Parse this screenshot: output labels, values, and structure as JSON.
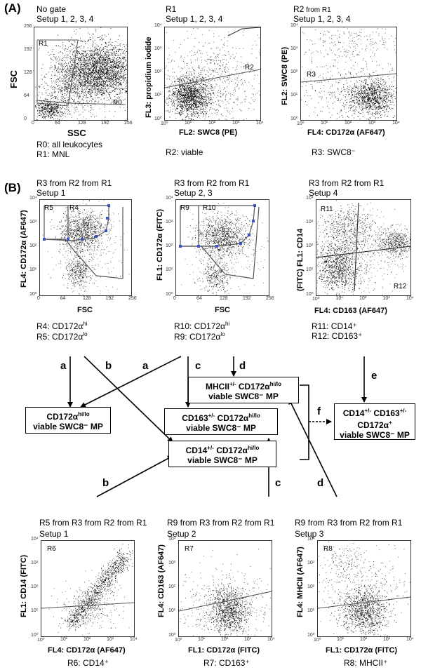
{
  "section_a": "(A)",
  "section_b": "(B)",
  "panel_a1": {
    "gate": "No gate",
    "setup": "Setup 1, 2, 3, 4",
    "ylabel": "FSC",
    "xlabel": "SSC",
    "region1": "R1",
    "region0": "R0",
    "cap1": "R0: all leukocytes",
    "cap2": "R1: MNL",
    "ticks": [
      "0",
      "64",
      "128",
      "192",
      "256"
    ]
  },
  "panel_a2": {
    "gate": "R1",
    "setup": "Setup 1, 2, 3, 4",
    "ylabel": "FL3: propidium iodide",
    "xlabel": "FL2: SWC8 (PE)",
    "region": "R2",
    "cap": "R2: viable"
  },
  "panel_a3": {
    "gate_main": "R2",
    "gate_from": " from R1",
    "setup": "Setup 1, 2, 3, 4",
    "ylabel": "FL2: SWC8 (PE)",
    "xlabel": "FL4: CD172α (AF647)",
    "region": "R3",
    "cap": "R3: SWC8⁻"
  },
  "panel_b1": {
    "gate": "R3 from R2 from R1",
    "setup": "Setup 1",
    "ylabel": "FL4: CD172α (AF647)",
    "xlabel": "FSC",
    "r5": "R5",
    "r4": "R4",
    "cap1": "R4: CD172αhi",
    "cap2": "R5: CD172αlo"
  },
  "panel_b2": {
    "gate": "R3 from R2 from R1",
    "setup": "Setup 2, 3",
    "ylabel": "FL1: CD172α (FITC)",
    "xlabel": "FSC",
    "r9": "R9",
    "r10": "R10",
    "cap1": "R10: CD172αhi",
    "cap2": "R9: CD172αlo"
  },
  "panel_b3": {
    "gate": "R3 from R2 from R1",
    "setup": "Setup 4",
    "ylabel": "(FITC) FL1: CD14",
    "xlabel": "FL4: CD163 (AF647)",
    "r11": "R11",
    "r12": "R12",
    "cap1": "R11: CD14⁺",
    "cap2": "R12: CD163⁺"
  },
  "panel_c1": {
    "gate": "R5 from R3 from R2 from R1",
    "setup": "Setup 1",
    "ylabel": "FL1: CD14 (FITC)",
    "xlabel": "FL4: CD172α (AF647)",
    "region": "R6",
    "cap": "R6: CD14⁺"
  },
  "panel_c2": {
    "gate": "R9 from R3 from R2 from R1",
    "setup": "Setup 2",
    "ylabel": "FL4: CD163 (AF647)",
    "xlabel": "FL1: CD172α (FITC)",
    "region": "R7",
    "cap": "R7: CD163⁺"
  },
  "panel_c3": {
    "gate": "R9 from R3 from R2 from R1",
    "setup": "Setup 3",
    "ylabel": "FL4: MHCII (AF647)",
    "xlabel": "FL1: CD172α (FITC)",
    "region": "R8",
    "cap": "R8: MHCII⁺"
  },
  "log_ticks": [
    "10⁰",
    "10¹",
    "10²",
    "10³",
    "10⁴"
  ],
  "boxes": {
    "box1": [
      "CD172αhi/lo",
      "viable SWC8⁻ MP"
    ],
    "box2": [
      "MHCII+/- CD172αhi/lo",
      "viable SWC8⁻ MP"
    ],
    "box3": [
      "CD163+/- CD172αhi/lo",
      "viable SWC8⁻ MP"
    ],
    "box4": [
      "CD14+/- CD172αhi/lo",
      "viable SWC8⁻ MP"
    ],
    "box5": [
      "CD14+/- CD163+/-",
      "CD172α+",
      "viable SWC8⁻ MP"
    ]
  },
  "arrow_labels": {
    "a1": "a",
    "b1": "b",
    "a2": "a",
    "c1": "c",
    "d1": "d",
    "e1": "e",
    "f1": "f",
    "b2": "b",
    "c2": "c",
    "d2": "d"
  }
}
